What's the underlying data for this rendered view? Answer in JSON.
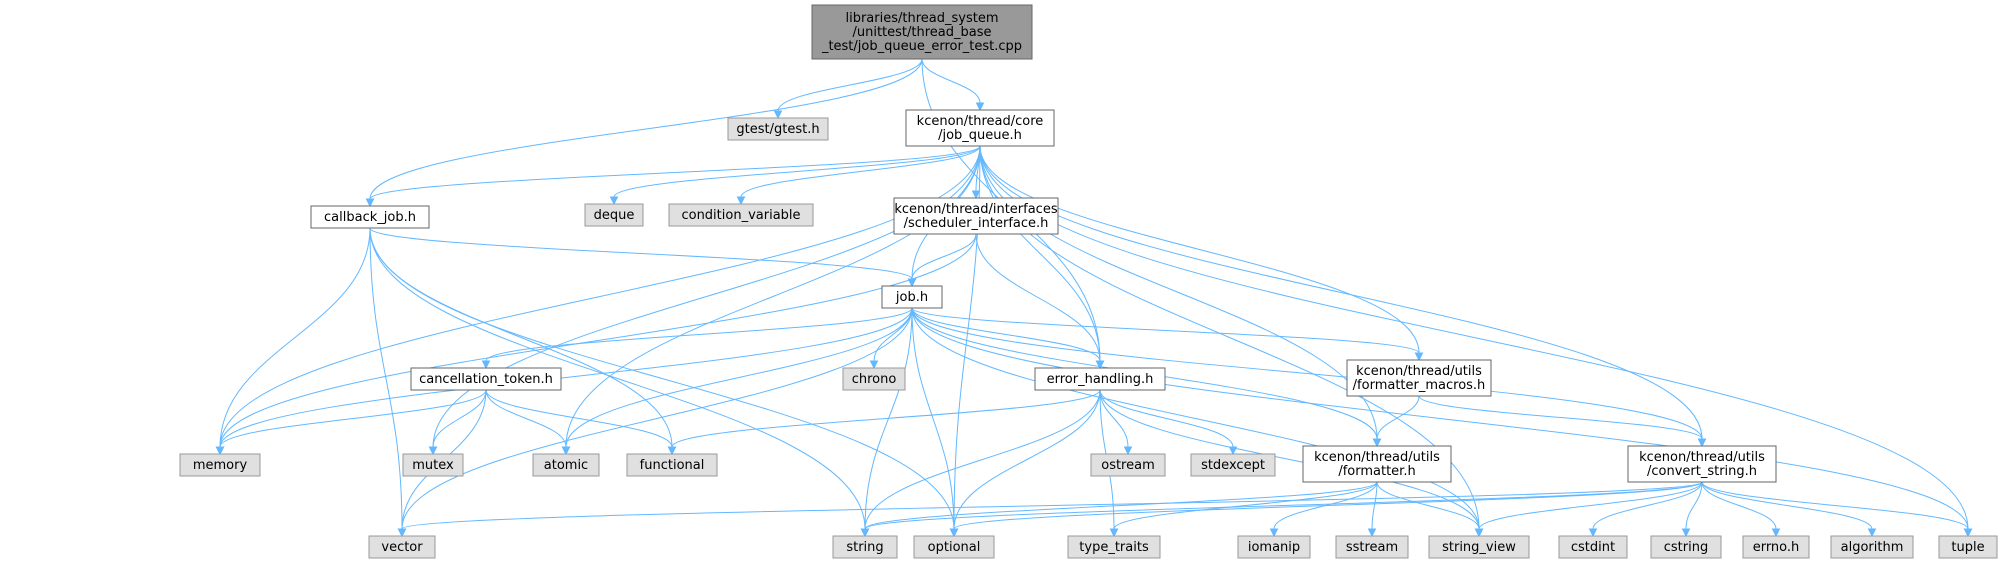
{
  "colors": {
    "root_fill": "#999999",
    "root_stroke": "#666666",
    "documented_fill": "#ffffff",
    "documented_stroke": "#666666",
    "external_fill": "#e0e0e0",
    "external_stroke": "#999999",
    "edge": "#63b8ff"
  },
  "nodes": [
    {
      "id": "root",
      "kind": "root",
      "lines": [
        "libraries/thread_system",
        "/unittest/thread_base",
        "_test/job_queue_error_test.cpp"
      ]
    },
    {
      "id": "gtest",
      "kind": "external",
      "lines": [
        "gtest/gtest.h"
      ]
    },
    {
      "id": "job_queue",
      "kind": "documented",
      "lines": [
        "kcenon/thread/core",
        "/job_queue.h"
      ]
    },
    {
      "id": "callback_job",
      "kind": "documented",
      "lines": [
        "callback_job.h"
      ]
    },
    {
      "id": "deque",
      "kind": "external",
      "lines": [
        "deque"
      ]
    },
    {
      "id": "condition_variable",
      "kind": "external",
      "lines": [
        "condition_variable"
      ]
    },
    {
      "id": "scheduler_interface",
      "kind": "documented",
      "lines": [
        "kcenon/thread/interfaces",
        "/scheduler_interface.h"
      ]
    },
    {
      "id": "job",
      "kind": "documented",
      "lines": [
        "job.h"
      ]
    },
    {
      "id": "chrono",
      "kind": "external",
      "lines": [
        "chrono"
      ]
    },
    {
      "id": "cancellation_token",
      "kind": "documented",
      "lines": [
        "cancellation_token.h"
      ]
    },
    {
      "id": "error_handling",
      "kind": "documented",
      "lines": [
        "error_handling.h"
      ]
    },
    {
      "id": "formatter_macros",
      "kind": "documented",
      "lines": [
        "kcenon/thread/utils",
        "/formatter_macros.h"
      ]
    },
    {
      "id": "memory",
      "kind": "external",
      "lines": [
        "memory"
      ]
    },
    {
      "id": "mutex",
      "kind": "external",
      "lines": [
        "mutex"
      ]
    },
    {
      "id": "atomic",
      "kind": "external",
      "lines": [
        "atomic"
      ]
    },
    {
      "id": "functional",
      "kind": "external",
      "lines": [
        "functional"
      ]
    },
    {
      "id": "ostream",
      "kind": "external",
      "lines": [
        "ostream"
      ]
    },
    {
      "id": "stdexcept",
      "kind": "external",
      "lines": [
        "stdexcept"
      ]
    },
    {
      "id": "formatter",
      "kind": "documented",
      "lines": [
        "kcenon/thread/utils",
        "/formatter.h"
      ]
    },
    {
      "id": "convert_string",
      "kind": "documented",
      "lines": [
        "kcenon/thread/utils",
        "/convert_string.h"
      ]
    },
    {
      "id": "vector",
      "kind": "external",
      "lines": [
        "vector"
      ]
    },
    {
      "id": "string",
      "kind": "external",
      "lines": [
        "string"
      ]
    },
    {
      "id": "optional",
      "kind": "external",
      "lines": [
        "optional"
      ]
    },
    {
      "id": "type_traits",
      "kind": "external",
      "lines": [
        "type_traits"
      ]
    },
    {
      "id": "iomanip",
      "kind": "external",
      "lines": [
        "iomanip"
      ]
    },
    {
      "id": "sstream",
      "kind": "external",
      "lines": [
        "sstream"
      ]
    },
    {
      "id": "string_view",
      "kind": "external",
      "lines": [
        "string_view"
      ]
    },
    {
      "id": "cstdint",
      "kind": "external",
      "lines": [
        "cstdint"
      ]
    },
    {
      "id": "cstring",
      "kind": "external",
      "lines": [
        "cstring"
      ]
    },
    {
      "id": "errno",
      "kind": "external",
      "lines": [
        "errno.h"
      ]
    },
    {
      "id": "algorithm",
      "kind": "external",
      "lines": [
        "algorithm"
      ]
    },
    {
      "id": "tuple",
      "kind": "external",
      "lines": [
        "tuple"
      ]
    }
  ],
  "edges": [
    [
      "root",
      "gtest"
    ],
    [
      "root",
      "job_queue"
    ],
    [
      "root",
      "callback_job"
    ],
    [
      "root",
      "error_handling"
    ],
    [
      "job_queue",
      "callback_job"
    ],
    [
      "job_queue",
      "deque"
    ],
    [
      "job_queue",
      "condition_variable"
    ],
    [
      "job_queue",
      "scheduler_interface"
    ],
    [
      "job_queue",
      "job"
    ],
    [
      "job_queue",
      "error_handling"
    ],
    [
      "job_queue",
      "formatter_macros"
    ],
    [
      "job_queue",
      "formatter"
    ],
    [
      "job_queue",
      "convert_string"
    ],
    [
      "job_queue",
      "memory"
    ],
    [
      "job_queue",
      "mutex"
    ],
    [
      "job_queue",
      "atomic"
    ],
    [
      "job_queue",
      "optional"
    ],
    [
      "job_queue",
      "string_view"
    ],
    [
      "job_queue",
      "tuple"
    ],
    [
      "callback_job",
      "job"
    ],
    [
      "callback_job",
      "memory"
    ],
    [
      "callback_job",
      "functional"
    ],
    [
      "callback_job",
      "vector"
    ],
    [
      "callback_job",
      "string"
    ],
    [
      "callback_job",
      "optional"
    ],
    [
      "scheduler_interface",
      "job"
    ],
    [
      "scheduler_interface",
      "error_handling"
    ],
    [
      "scheduler_interface",
      "memory"
    ],
    [
      "job",
      "chrono"
    ],
    [
      "job",
      "cancellation_token"
    ],
    [
      "job",
      "error_handling"
    ],
    [
      "job",
      "formatter_macros"
    ],
    [
      "job",
      "formatter"
    ],
    [
      "job",
      "convert_string"
    ],
    [
      "job",
      "memory"
    ],
    [
      "job",
      "atomic"
    ],
    [
      "job",
      "vector"
    ],
    [
      "job",
      "string"
    ],
    [
      "job",
      "optional"
    ],
    [
      "job",
      "string_view"
    ],
    [
      "job",
      "tuple"
    ],
    [
      "cancellation_token",
      "memory"
    ],
    [
      "cancellation_token",
      "mutex"
    ],
    [
      "cancellation_token",
      "atomic"
    ],
    [
      "cancellation_token",
      "functional"
    ],
    [
      "cancellation_token",
      "vector"
    ],
    [
      "error_handling",
      "functional"
    ],
    [
      "error_handling",
      "ostream"
    ],
    [
      "error_handling",
      "stdexcept"
    ],
    [
      "error_handling",
      "string"
    ],
    [
      "error_handling",
      "optional"
    ],
    [
      "error_handling",
      "type_traits"
    ],
    [
      "error_handling",
      "string_view"
    ],
    [
      "formatter_macros",
      "formatter"
    ],
    [
      "formatter_macros",
      "convert_string"
    ],
    [
      "formatter",
      "type_traits"
    ],
    [
      "formatter",
      "iomanip"
    ],
    [
      "formatter",
      "sstream"
    ],
    [
      "formatter",
      "string_view"
    ],
    [
      "formatter",
      "string"
    ],
    [
      "convert_string",
      "vector"
    ],
    [
      "convert_string",
      "string"
    ],
    [
      "convert_string",
      "optional"
    ],
    [
      "convert_string",
      "string_view"
    ],
    [
      "convert_string",
      "cstdint"
    ],
    [
      "convert_string",
      "cstring"
    ],
    [
      "convert_string",
      "errno"
    ],
    [
      "convert_string",
      "algorithm"
    ],
    [
      "convert_string",
      "tuple"
    ]
  ]
}
